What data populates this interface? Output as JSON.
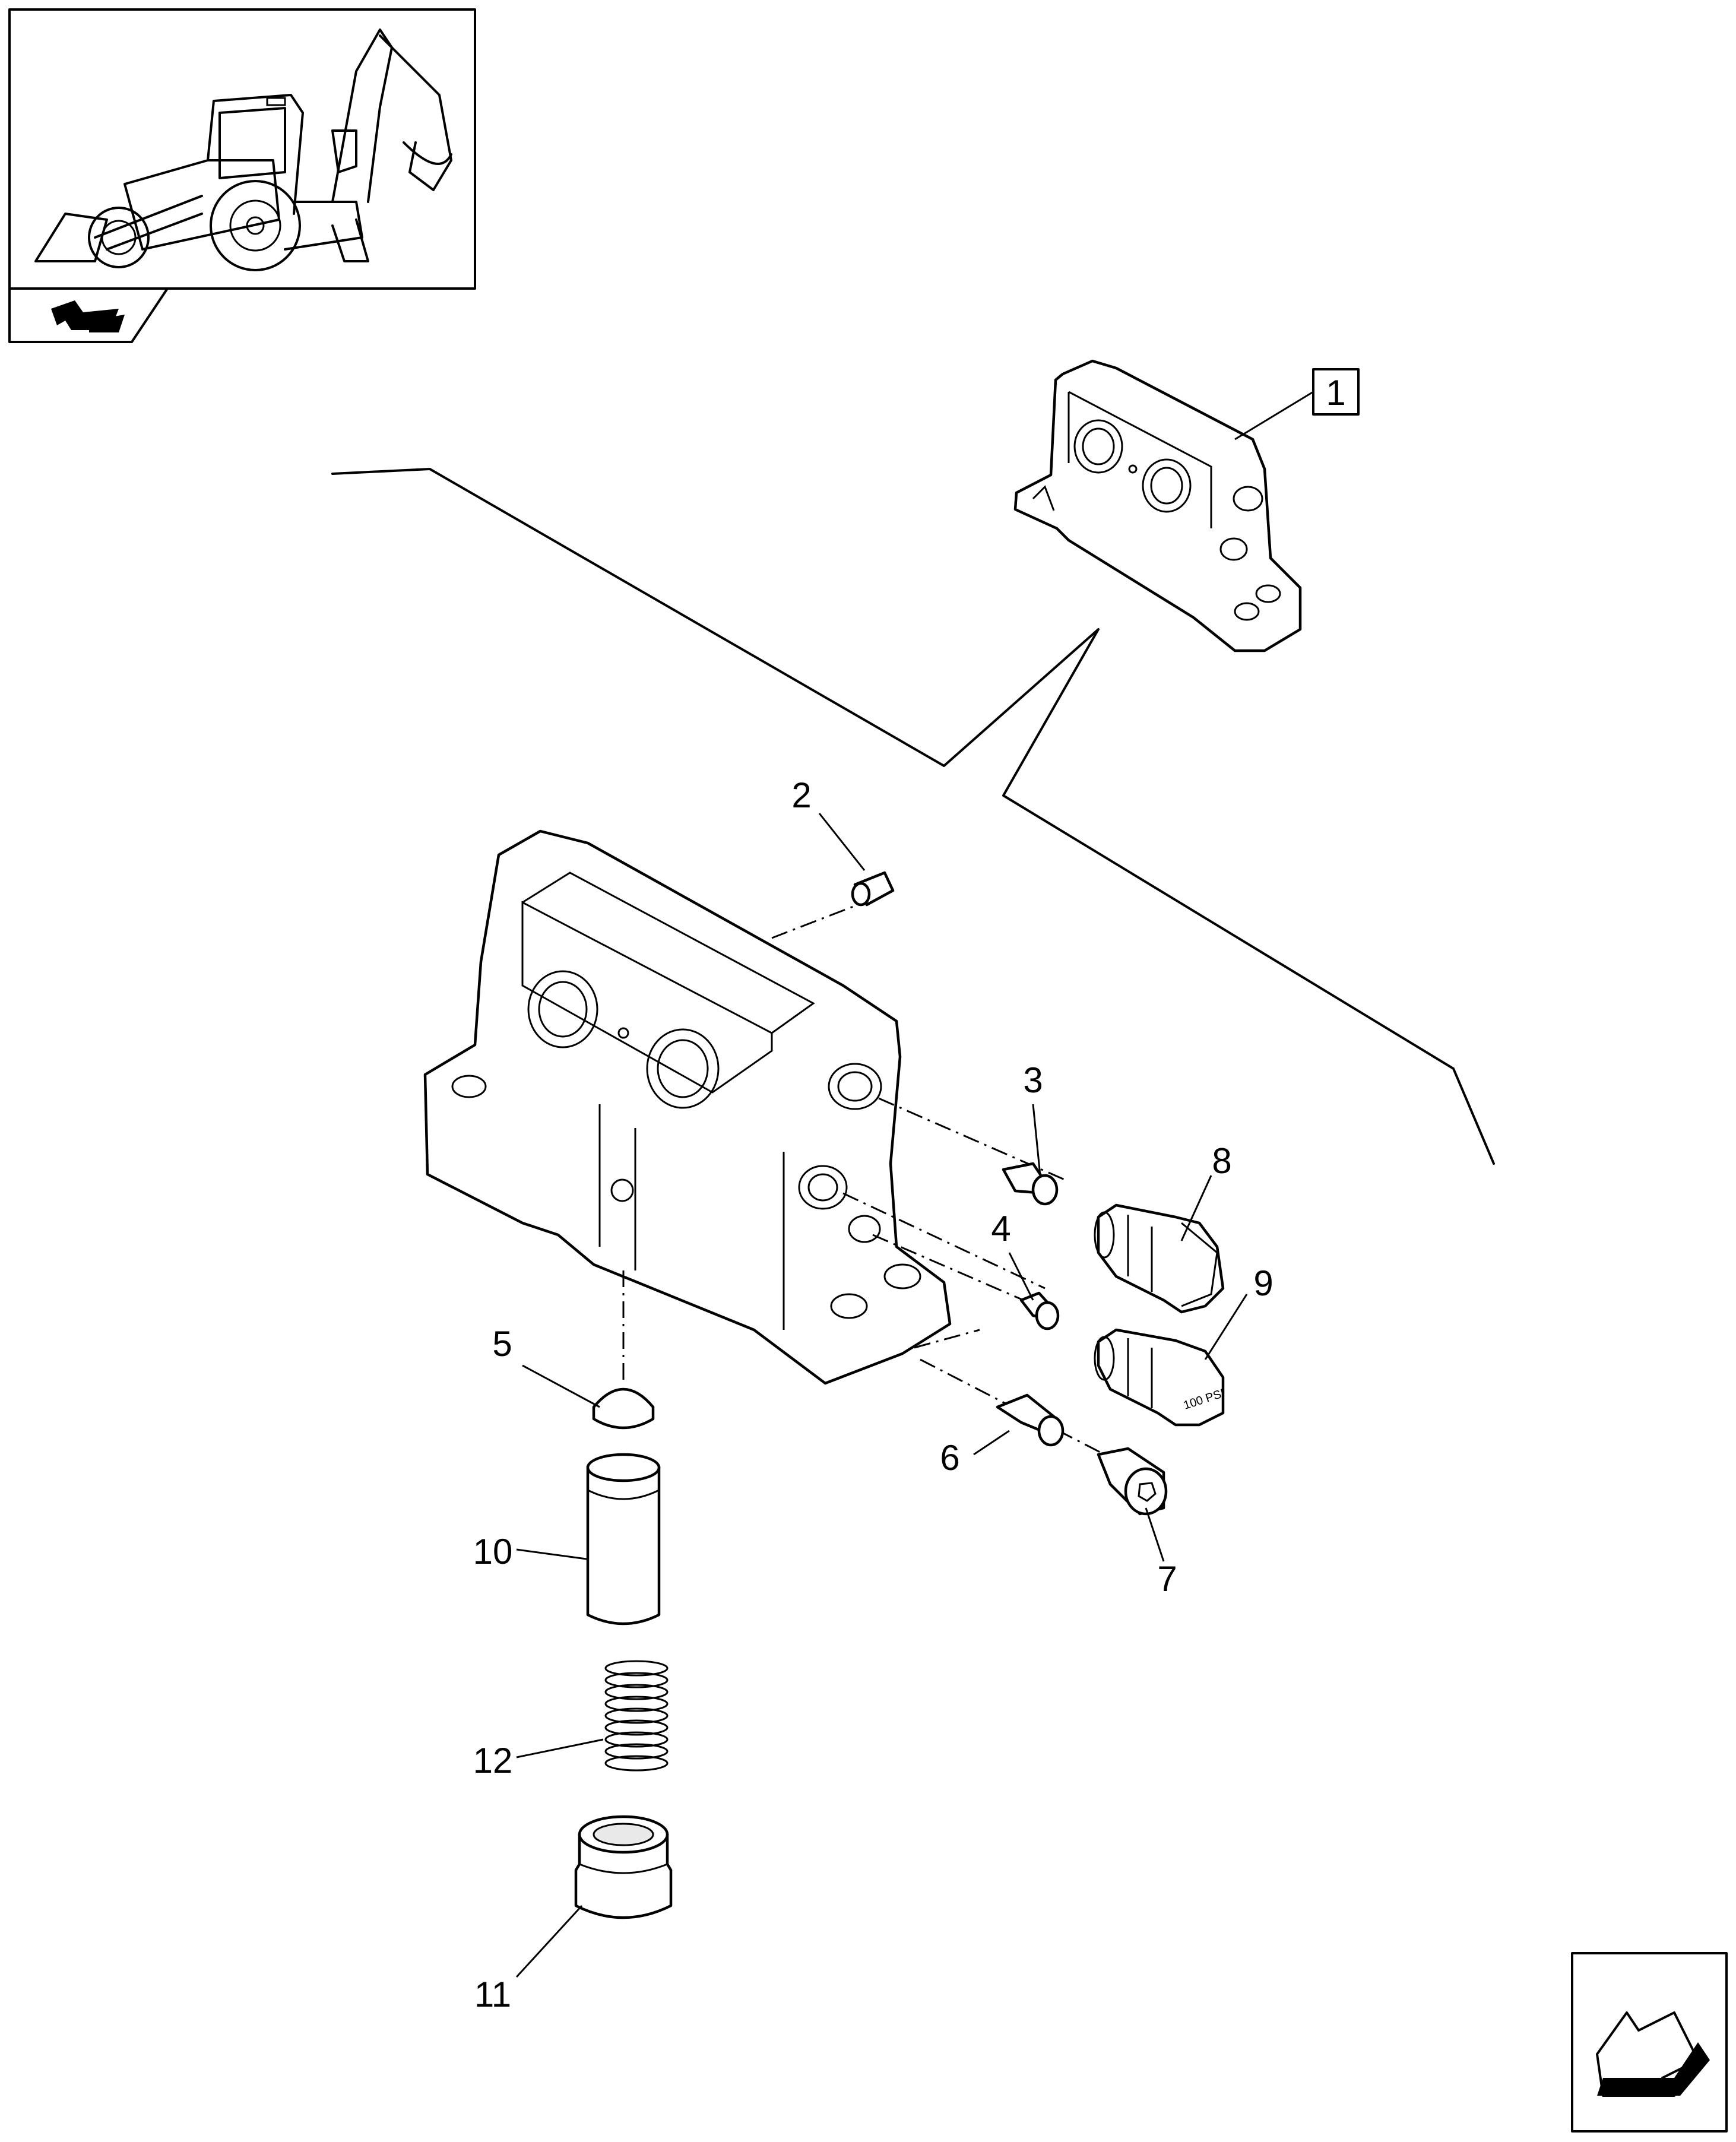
{
  "callouts": [
    {
      "id": "1",
      "label": "1"
    },
    {
      "id": "2",
      "label": "2"
    },
    {
      "id": "3",
      "label": "3"
    },
    {
      "id": "4",
      "label": "4"
    },
    {
      "id": "5",
      "label": "5"
    },
    {
      "id": "6",
      "label": "6"
    },
    {
      "id": "7",
      "label": "7"
    },
    {
      "id": "8",
      "label": "8"
    },
    {
      "id": "9",
      "label": "9"
    },
    {
      "id": "10",
      "label": "10"
    },
    {
      "id": "11",
      "label": "11"
    },
    {
      "id": "12",
      "label": "12"
    }
  ],
  "valve_marking": "100 PSI",
  "icons": {
    "thumbnail": "backhoe-loader-illustration",
    "nav_back": "back-arrow-icon",
    "nav_next": "next-page-arrow-icon"
  }
}
